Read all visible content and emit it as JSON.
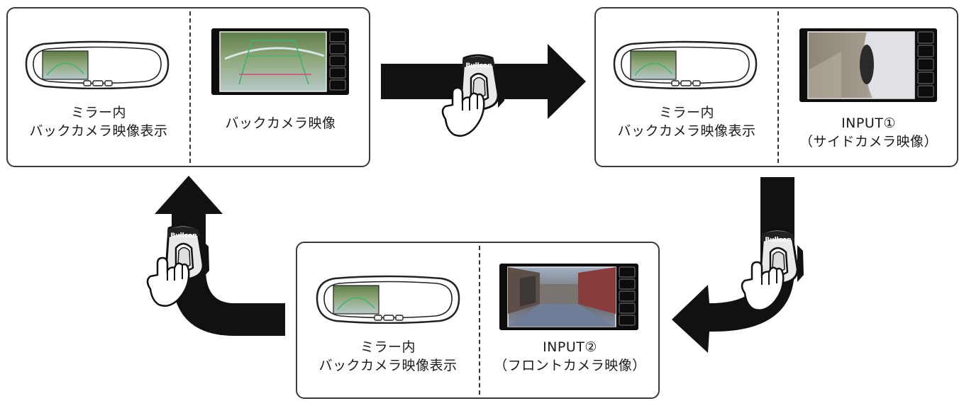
{
  "brand": "Bullcon",
  "panels": {
    "top_left": {
      "left_caption": [
        "ミラー内",
        "バックカメラ映像表示"
      ],
      "right_caption": [
        "バックカメラ映像"
      ]
    },
    "top_right": {
      "left_caption": [
        "ミラー内",
        "バックカメラ映像表示"
      ],
      "right_caption": [
        "INPUT①",
        "（サイドカメラ映像）"
      ]
    },
    "bottom": {
      "left_caption": [
        "ミラー内",
        "バックカメラ映像表示"
      ],
      "right_caption": [
        "INPUT②",
        "（フロントカメラ映像）"
      ]
    }
  },
  "colors": {
    "arrow": "#111111",
    "border": "#3a3a3a",
    "guide_green": "#3cb371",
    "guide_red": "#e0457b"
  }
}
